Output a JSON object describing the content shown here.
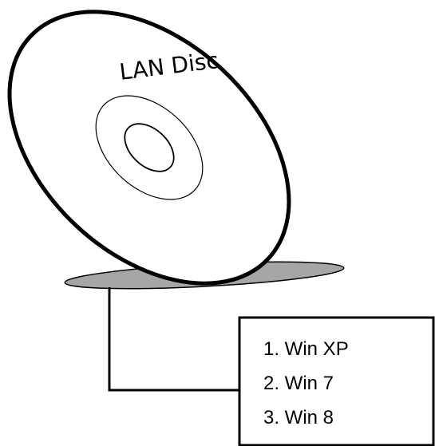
{
  "disc": {
    "label": "LAN Disc",
    "icon": "cd-disc-icon",
    "colors": {
      "outline": "#000000",
      "shadow": "#a6a6a6",
      "background": "#ffffff"
    }
  },
  "os_list": {
    "items": [
      {
        "label": "1. Win XP"
      },
      {
        "label": "2. Win 7"
      },
      {
        "label": "3. Win 8"
      }
    ]
  }
}
